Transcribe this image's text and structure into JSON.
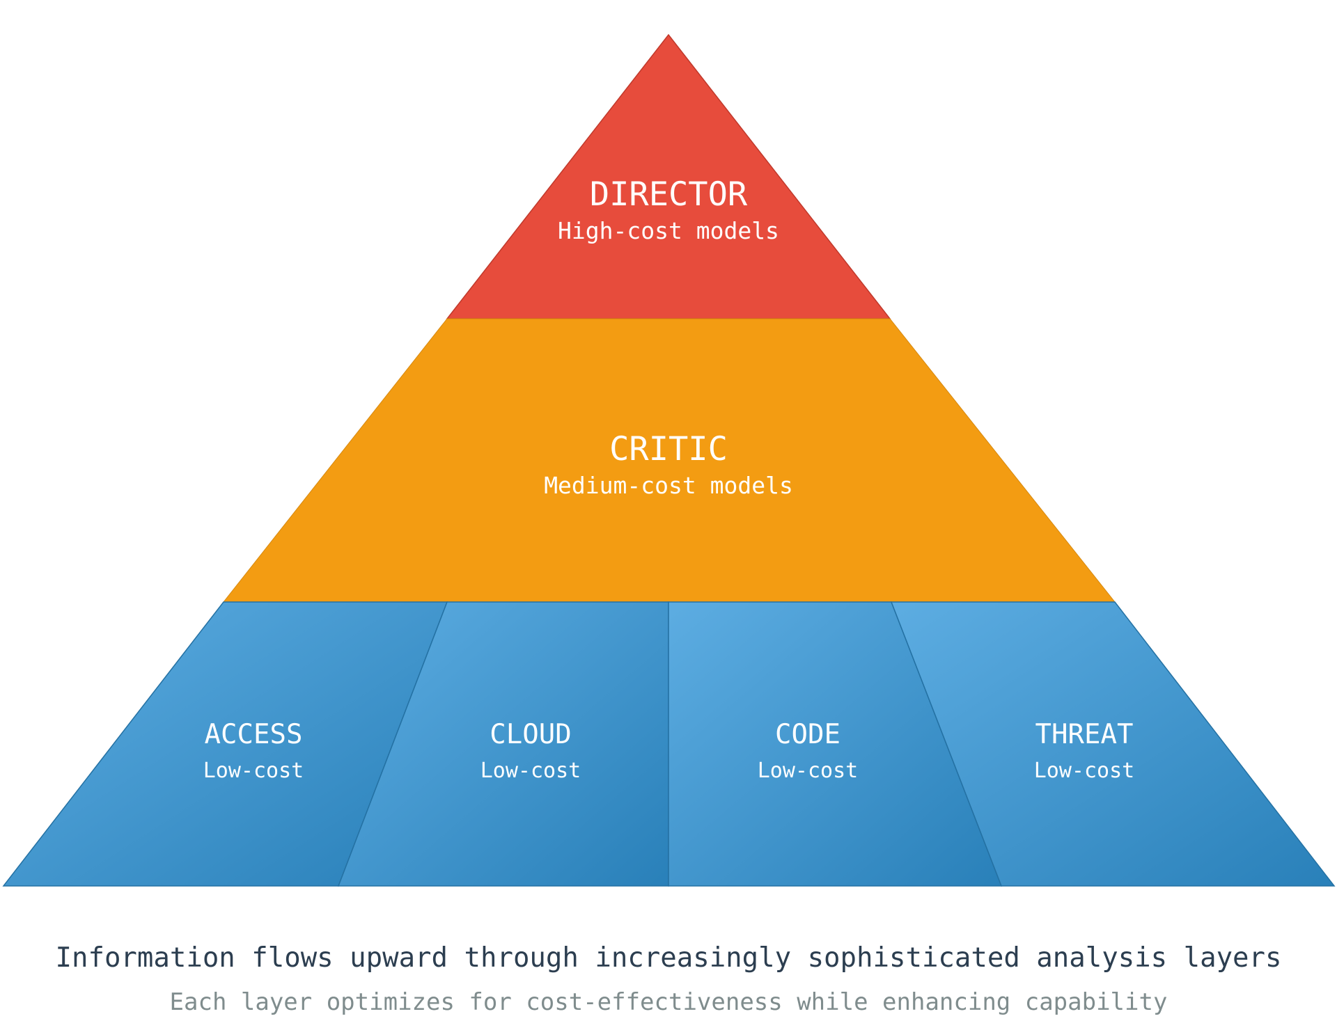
{
  "colors": {
    "director": "#e74c3c",
    "critic": "#f39c12",
    "agent_light": "#5dade2",
    "agent_dark": "#2980b9",
    "caption_main": "#2c3e50",
    "caption_sub": "#7f8c8d"
  },
  "pyramid": {
    "director": {
      "title": "DIRECTOR",
      "subtitle": "High-cost models"
    },
    "critic": {
      "title": "CRITIC",
      "subtitle": "Medium-cost models"
    },
    "agents": [
      {
        "title": "ACCESS",
        "subtitle": "Low-cost"
      },
      {
        "title": "CLOUD",
        "subtitle": "Low-cost"
      },
      {
        "title": "CODE",
        "subtitle": "Low-cost"
      },
      {
        "title": "THREAT",
        "subtitle": "Low-cost"
      }
    ]
  },
  "captions": {
    "main": "Information flows upward through increasingly sophisticated analysis layers",
    "sub": "Each layer optimizes for cost-effectiveness while enhancing capability"
  }
}
